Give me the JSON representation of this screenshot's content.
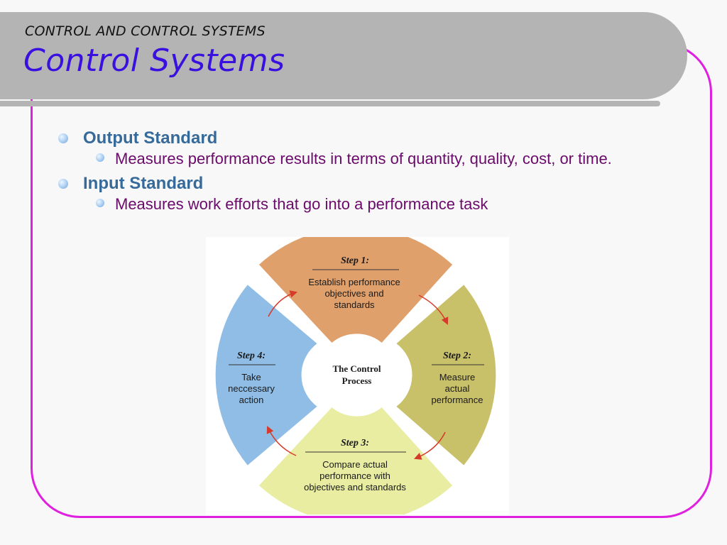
{
  "header": {
    "subtitle": "CONTROL AND CONTROL SYSTEMS",
    "title": "Control Systems"
  },
  "bullets": [
    {
      "label": "Output Standard",
      "sub": [
        "Measures performance results in terms of quantity, quality, cost, or time."
      ]
    },
    {
      "label": "Input Standard",
      "sub": [
        "Measures work efforts that go into a performance task"
      ]
    }
  ],
  "diagram": {
    "center_lines": [
      "The Control",
      "Process"
    ],
    "steps": [
      {
        "title": "Step 1:",
        "lines": [
          "Establish performance",
          "objectives and",
          "standards"
        ],
        "color": "#e0a06c"
      },
      {
        "title": "Step 2:",
        "lines": [
          "Measure",
          "actual",
          "performance"
        ],
        "color": "#c9c06a"
      },
      {
        "title": "Step 3:",
        "lines": [
          "Compare actual",
          "performance with",
          "objectives and standards"
        ],
        "color": "#e8eda2"
      },
      {
        "title": "Step 4:",
        "lines": [
          "Take",
          "neccessary",
          "action"
        ],
        "color": "#8fbde5"
      }
    ],
    "arrow_color": "#d63a2a"
  }
}
